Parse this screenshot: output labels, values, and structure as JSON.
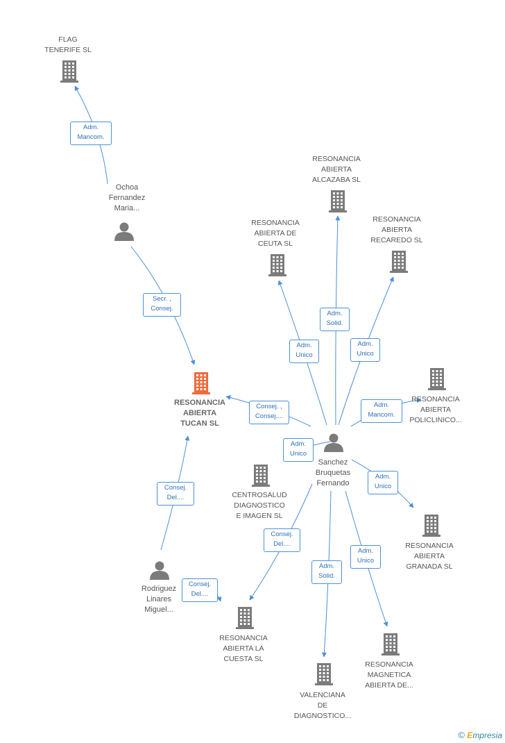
{
  "colors": {
    "edge": "#4a90d9",
    "building": "#7b7b7b",
    "building_main": "#f06a3a",
    "person": "#7b7b7b"
  },
  "nodes": {
    "flag": {
      "icon": "building-icon",
      "lines": [
        "FLAG",
        "TENERIFE  SL"
      ]
    },
    "ochoa": {
      "icon": "person-icon",
      "lines": [
        "Ochoa",
        "Fernandez",
        "Maria..."
      ]
    },
    "alcazaba": {
      "icon": "building-icon",
      "lines": [
        "RESONANCIA",
        "ABIERTA",
        "ALCAZABA SL"
      ]
    },
    "ceuta": {
      "icon": "building-icon",
      "lines": [
        "RESONANCIA",
        "ABIERTA DE",
        "CEUTA SL"
      ]
    },
    "recaredo": {
      "icon": "building-icon",
      "lines": [
        "RESONANCIA",
        "ABIERTA",
        "RECAREDO SL"
      ]
    },
    "tucan": {
      "icon": "building-icon",
      "lines": [
        "RESONANCIA",
        "ABIERTA",
        "TUCAN SL"
      ]
    },
    "policlinico": {
      "icon": "building-icon",
      "lines": [
        "RESONANCIA",
        "ABIERTA",
        "POLICLINICO..."
      ]
    },
    "sanchez": {
      "icon": "person-icon",
      "lines": [
        "Sanchez",
        "Bruquetas",
        "Fernando"
      ]
    },
    "centrosalud": {
      "icon": "building-icon",
      "lines": [
        "CENTROSALUD",
        "DIAGNOSTICO",
        "E IMAGEN SL"
      ]
    },
    "granada": {
      "icon": "building-icon",
      "lines": [
        "RESONANCIA",
        "ABIERTA",
        "GRANADA SL"
      ]
    },
    "rodriguez": {
      "icon": "person-icon",
      "lines": [
        "Rodriguez",
        "Linares",
        "Miguel..."
      ]
    },
    "cuesta": {
      "icon": "building-icon",
      "lines": [
        "RESONANCIA",
        "ABIERTA LA",
        "CUESTA SL"
      ]
    },
    "magnetica": {
      "icon": "building-icon",
      "lines": [
        "RESONANCIA",
        "MAGNETICA",
        "ABIERTA DE..."
      ]
    },
    "valenciana": {
      "icon": "building-icon",
      "lines": [
        "VALENCIANA",
        "DE",
        "DIAGNOSTICO..."
      ]
    }
  },
  "edges": [
    {
      "from": "ochoa",
      "to": "flag",
      "label": [
        "Adm.",
        "Mancom."
      ]
    },
    {
      "from": "ochoa",
      "to": "tucan",
      "label": [
        "Secr. ,",
        "Consej."
      ]
    },
    {
      "from": "rodriguez",
      "to": "tucan",
      "label": [
        "Consej.",
        "Del...."
      ]
    },
    {
      "from": "rodriguez",
      "to": "cuesta",
      "label": [
        "Consej.",
        "Del...."
      ]
    },
    {
      "from": "sanchez",
      "to": "tucan",
      "label": [
        "Consej. ,",
        "Consej...."
      ]
    },
    {
      "from": "sanchez",
      "to": "ceuta",
      "label": [
        "Adm.",
        "Unico"
      ]
    },
    {
      "from": "sanchez",
      "to": "alcazaba",
      "label": [
        "Adm.",
        "Solid."
      ]
    },
    {
      "from": "sanchez",
      "to": "recaredo",
      "label": [
        "Adm.",
        "Unico"
      ]
    },
    {
      "from": "sanchez",
      "to": "policlinico",
      "label": [
        "Adm.",
        "Mancom."
      ]
    },
    {
      "from": "sanchez",
      "to": "centrosalud",
      "label": [
        "Adm.",
        "Unico"
      ]
    },
    {
      "from": "sanchez",
      "to": "granada",
      "label": [
        "Adm.",
        "Unico"
      ]
    },
    {
      "from": "sanchez",
      "to": "cuesta",
      "label": [
        "Consej.",
        "Del...."
      ]
    },
    {
      "from": "sanchez",
      "to": "valenciana",
      "label": [
        "Adm.",
        "Solid."
      ]
    },
    {
      "from": "sanchez",
      "to": "magnetica",
      "label": [
        "Adm.",
        "Unico"
      ]
    }
  ],
  "brand": {
    "copyright": "©",
    "e": "E",
    "rest": "mpresia"
  }
}
